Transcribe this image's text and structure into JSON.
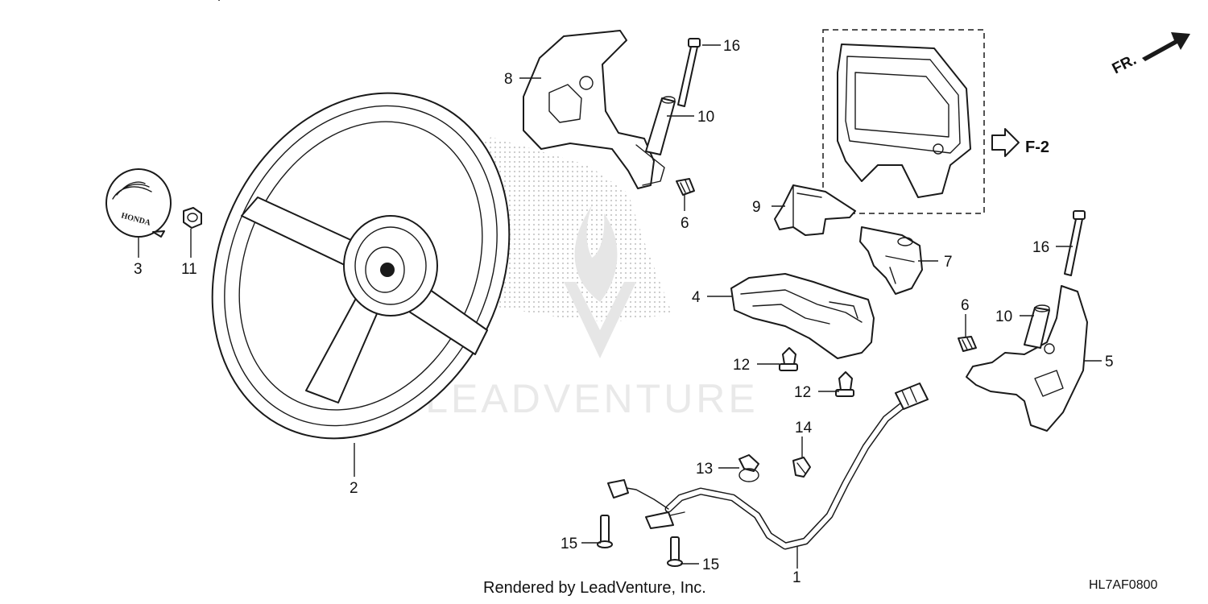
{
  "callouts": {
    "c1": "1",
    "c2": "2",
    "c3": "3",
    "c4": "4",
    "c5": "5",
    "c6a": "6",
    "c6b": "6",
    "c7": "7",
    "c8": "8",
    "c9": "9",
    "c10a": "10",
    "c10b": "10",
    "c11": "11",
    "c12a": "12",
    "c12b": "12",
    "c13": "13",
    "c14": "14",
    "c15a": "15",
    "c15b": "15",
    "c16a": "16",
    "c16b": "16"
  },
  "direction": {
    "front_label": "FR."
  },
  "reference": {
    "section": "F-2"
  },
  "emblem_text": "HONDA",
  "watermark": {
    "text": "LEADVENTURE"
  },
  "footer": {
    "rendered_by": "Rendered by LeadVenture, Inc.",
    "diagram_code": "HL7AF0800"
  },
  "colors": {
    "line": "#1a1a1a",
    "watermark": "#e6e6e6",
    "background": "#ffffff"
  }
}
